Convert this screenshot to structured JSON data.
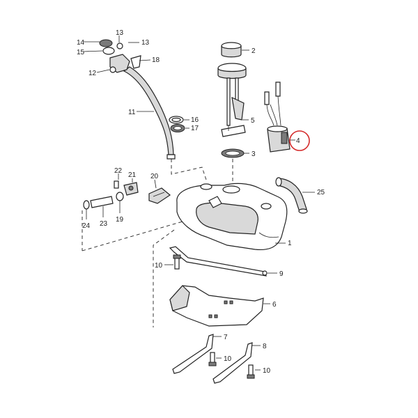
{
  "diagram": {
    "highlight_color": "#d42a2a",
    "labels": {
      "p1": "1",
      "p2": "2",
      "p3": "3",
      "p4": "4",
      "p5": "5",
      "p6": "6",
      "p7": "7",
      "p8": "8",
      "p9": "9",
      "p10a": "10",
      "p10b": "10",
      "p10c": "10",
      "p11": "11",
      "p12": "12",
      "p13a": "13",
      "p13b": "13",
      "p14": "14",
      "p15": "15",
      "p16": "16",
      "p17": "17",
      "p18": "18",
      "p19": "19",
      "p20": "20",
      "p21": "21",
      "p22": "22",
      "p23": "23",
      "p24": "24",
      "p25": "25"
    }
  }
}
